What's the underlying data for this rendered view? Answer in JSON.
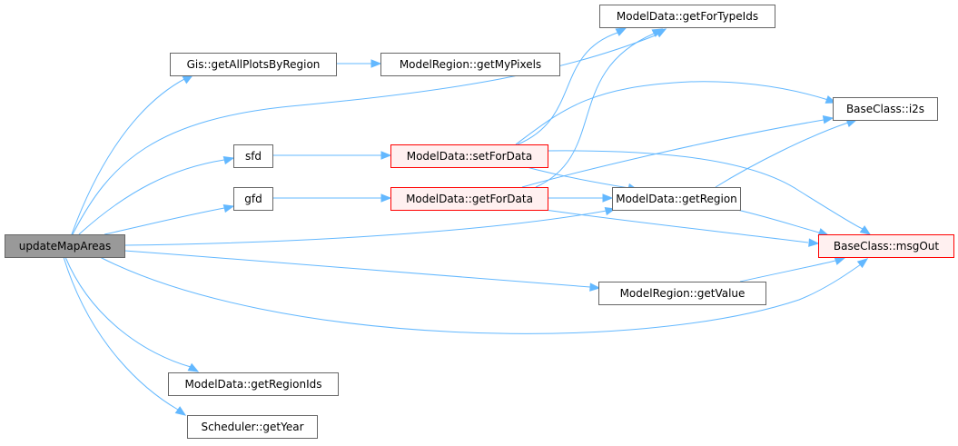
{
  "graph": {
    "title": "updateMapAreas call graph",
    "colors": {
      "root_fill": "#999999",
      "root_stroke": "#666666",
      "normal_fill": "#ffffff",
      "normal_stroke": "#666666",
      "truncated_fill": "#fff0f0",
      "truncated_stroke": "#ff0000",
      "edge": "#63b8ff"
    },
    "nodes": [
      {
        "id": "updateMapAreas",
        "label": "updateMapAreas",
        "kind": "root"
      },
      {
        "id": "gisGetAllPlotsByRegion",
        "label": "Gis::getAllPlotsByRegion",
        "kind": "normal"
      },
      {
        "id": "modelRegionGetMyPixels",
        "label": "ModelRegion::getMyPixels",
        "kind": "normal"
      },
      {
        "id": "modelDataGetForTypeIds",
        "label": "ModelData::getForTypeIds",
        "kind": "normal"
      },
      {
        "id": "sfd",
        "label": "sfd",
        "kind": "normal"
      },
      {
        "id": "gfd",
        "label": "gfd",
        "kind": "normal"
      },
      {
        "id": "modelDataSetForData",
        "label": "ModelData::setForData",
        "kind": "truncated"
      },
      {
        "id": "modelDataGetForData",
        "label": "ModelData::getForData",
        "kind": "truncated"
      },
      {
        "id": "baseClassI2s",
        "label": "BaseClass::i2s",
        "kind": "normal"
      },
      {
        "id": "modelDataGetRegion",
        "label": "ModelData::getRegion",
        "kind": "normal"
      },
      {
        "id": "baseClassMsgOut",
        "label": "BaseClass::msgOut",
        "kind": "truncated"
      },
      {
        "id": "modelRegionGetValue",
        "label": "ModelRegion::getValue",
        "kind": "normal"
      },
      {
        "id": "modelDataGetRegionIds",
        "label": "ModelData::getRegionIds",
        "kind": "normal"
      },
      {
        "id": "schedulerGetYear",
        "label": "Scheduler::getYear",
        "kind": "normal"
      }
    ],
    "edges": [
      {
        "from": "updateMapAreas",
        "to": "gisGetAllPlotsByRegion"
      },
      {
        "from": "updateMapAreas",
        "to": "modelDataGetForTypeIds"
      },
      {
        "from": "updateMapAreas",
        "to": "sfd"
      },
      {
        "from": "updateMapAreas",
        "to": "gfd"
      },
      {
        "from": "updateMapAreas",
        "to": "modelDataGetRegion"
      },
      {
        "from": "updateMapAreas",
        "to": "modelRegionGetValue"
      },
      {
        "from": "updateMapAreas",
        "to": "baseClassMsgOut"
      },
      {
        "from": "updateMapAreas",
        "to": "modelDataGetRegionIds"
      },
      {
        "from": "updateMapAreas",
        "to": "schedulerGetYear"
      },
      {
        "from": "gisGetAllPlotsByRegion",
        "to": "modelRegionGetMyPixels"
      },
      {
        "from": "sfd",
        "to": "modelDataSetForData"
      },
      {
        "from": "gfd",
        "to": "modelDataGetForData"
      },
      {
        "from": "modelDataSetForData",
        "to": "modelDataGetForTypeIds"
      },
      {
        "from": "modelDataSetForData",
        "to": "baseClassI2s"
      },
      {
        "from": "modelDataSetForData",
        "to": "modelDataGetRegion"
      },
      {
        "from": "modelDataSetForData",
        "to": "baseClassMsgOut"
      },
      {
        "from": "modelDataGetForData",
        "to": "modelDataGetForTypeIds"
      },
      {
        "from": "modelDataGetForData",
        "to": "baseClassI2s"
      },
      {
        "from": "modelDataGetForData",
        "to": "modelDataGetRegion"
      },
      {
        "from": "modelDataGetForData",
        "to": "baseClassMsgOut"
      },
      {
        "from": "modelDataGetRegion",
        "to": "baseClassI2s"
      },
      {
        "from": "modelDataGetRegion",
        "to": "baseClassMsgOut"
      },
      {
        "from": "modelRegionGetValue",
        "to": "baseClassMsgOut"
      }
    ]
  }
}
